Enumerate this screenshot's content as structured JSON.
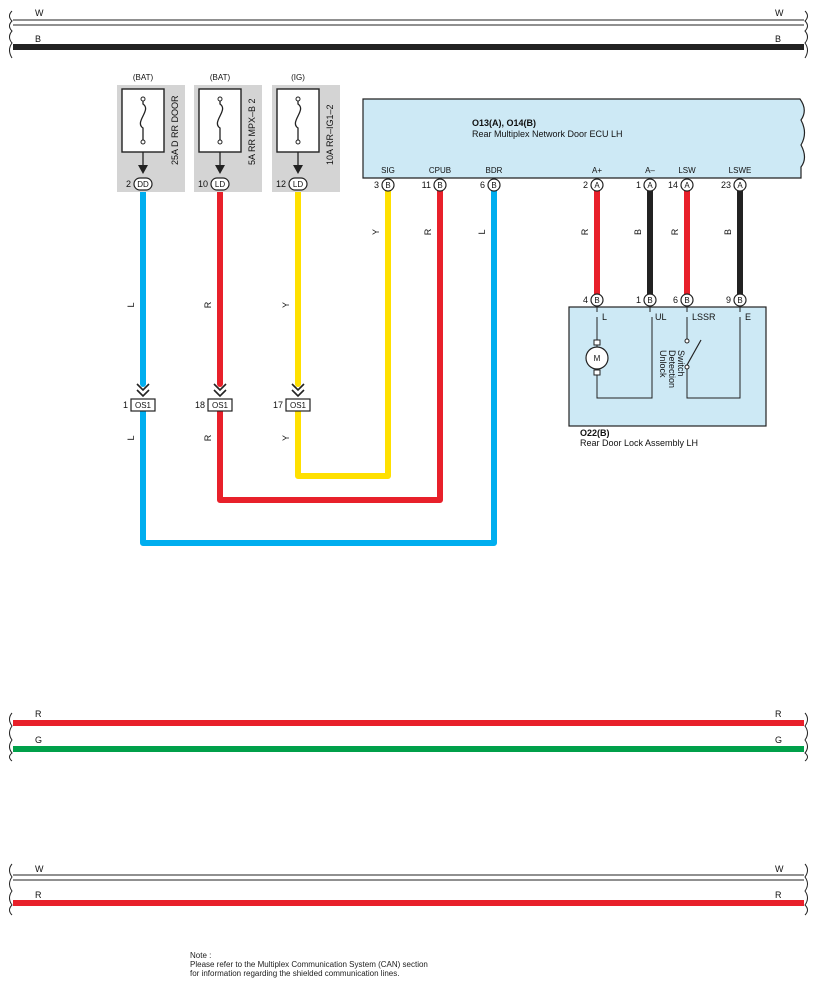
{
  "colors": {
    "W": "#ffffff",
    "B": "#222222",
    "R": "#e8202a",
    "G": "#00a04a",
    "L": "#00aeef",
    "Y": "#ffe000",
    "ecu_fill": "#cde9f5",
    "fuse_fill": "#d4d4d4"
  },
  "buses": {
    "top": [
      {
        "code": "W"
      },
      {
        "code": "B"
      }
    ],
    "middle": [
      {
        "code": "R"
      },
      {
        "code": "G"
      }
    ],
    "bottom": [
      {
        "code": "W"
      },
      {
        "code": "R"
      }
    ]
  },
  "fuses": [
    {
      "source": "(BAT)",
      "name": "25A D RR DOOR",
      "pin": "2",
      "connector": "DD",
      "wire": "L"
    },
    {
      "source": "(BAT)",
      "name": "5A RR MPX–B 2",
      "pin": "10",
      "connector": "LD",
      "wire": "R"
    },
    {
      "source": "(IG)",
      "name": "10A RR–IG1–2",
      "pin": "12",
      "connector": "LD",
      "wire": "Y"
    }
  ],
  "splices": [
    {
      "pin": "1",
      "label": "OS1",
      "wire": "L"
    },
    {
      "pin": "18",
      "label": "OS1",
      "wire": "R"
    },
    {
      "pin": "17",
      "label": "OS1",
      "wire": "Y"
    }
  ],
  "ecu": {
    "ids": "O13(A), O14(B)",
    "name": "Rear Multiplex Network Door ECU LH",
    "pins": [
      {
        "terminal": "SIG",
        "pin": "3",
        "connector": "B",
        "wire": "Y"
      },
      {
        "terminal": "CPUB",
        "pin": "11",
        "connector": "B",
        "wire": "R"
      },
      {
        "terminal": "BDR",
        "pin": "6",
        "connector": "B",
        "wire": "L"
      },
      {
        "terminal": "A+",
        "pin": "2",
        "connector": "A",
        "wire": "R"
      },
      {
        "terminal": "A–",
        "pin": "1",
        "connector": "A",
        "wire": "B"
      },
      {
        "terminal": "LSW",
        "pin": "14",
        "connector": "A",
        "wire": "R"
      },
      {
        "terminal": "LSWE",
        "pin": "23",
        "connector": "A",
        "wire": "B"
      }
    ]
  },
  "lock": {
    "id": "O22(B)",
    "name": "Rear Door Lock Assembly LH",
    "motor": "M",
    "switch_lines": [
      "Unlock",
      "Detection",
      "Switch"
    ],
    "pins": [
      {
        "pin": "4",
        "connector": "B",
        "terminal": "L"
      },
      {
        "pin": "1",
        "connector": "B",
        "terminal": "UL"
      },
      {
        "pin": "6",
        "connector": "B",
        "terminal": "LSSR"
      },
      {
        "pin": "9",
        "connector": "B",
        "terminal": "E"
      }
    ]
  },
  "note": {
    "lines": [
      "Note :",
      "Please refer to the Multiplex Communication System (CAN) section",
      "for information regarding the shielded communication lines."
    ]
  }
}
